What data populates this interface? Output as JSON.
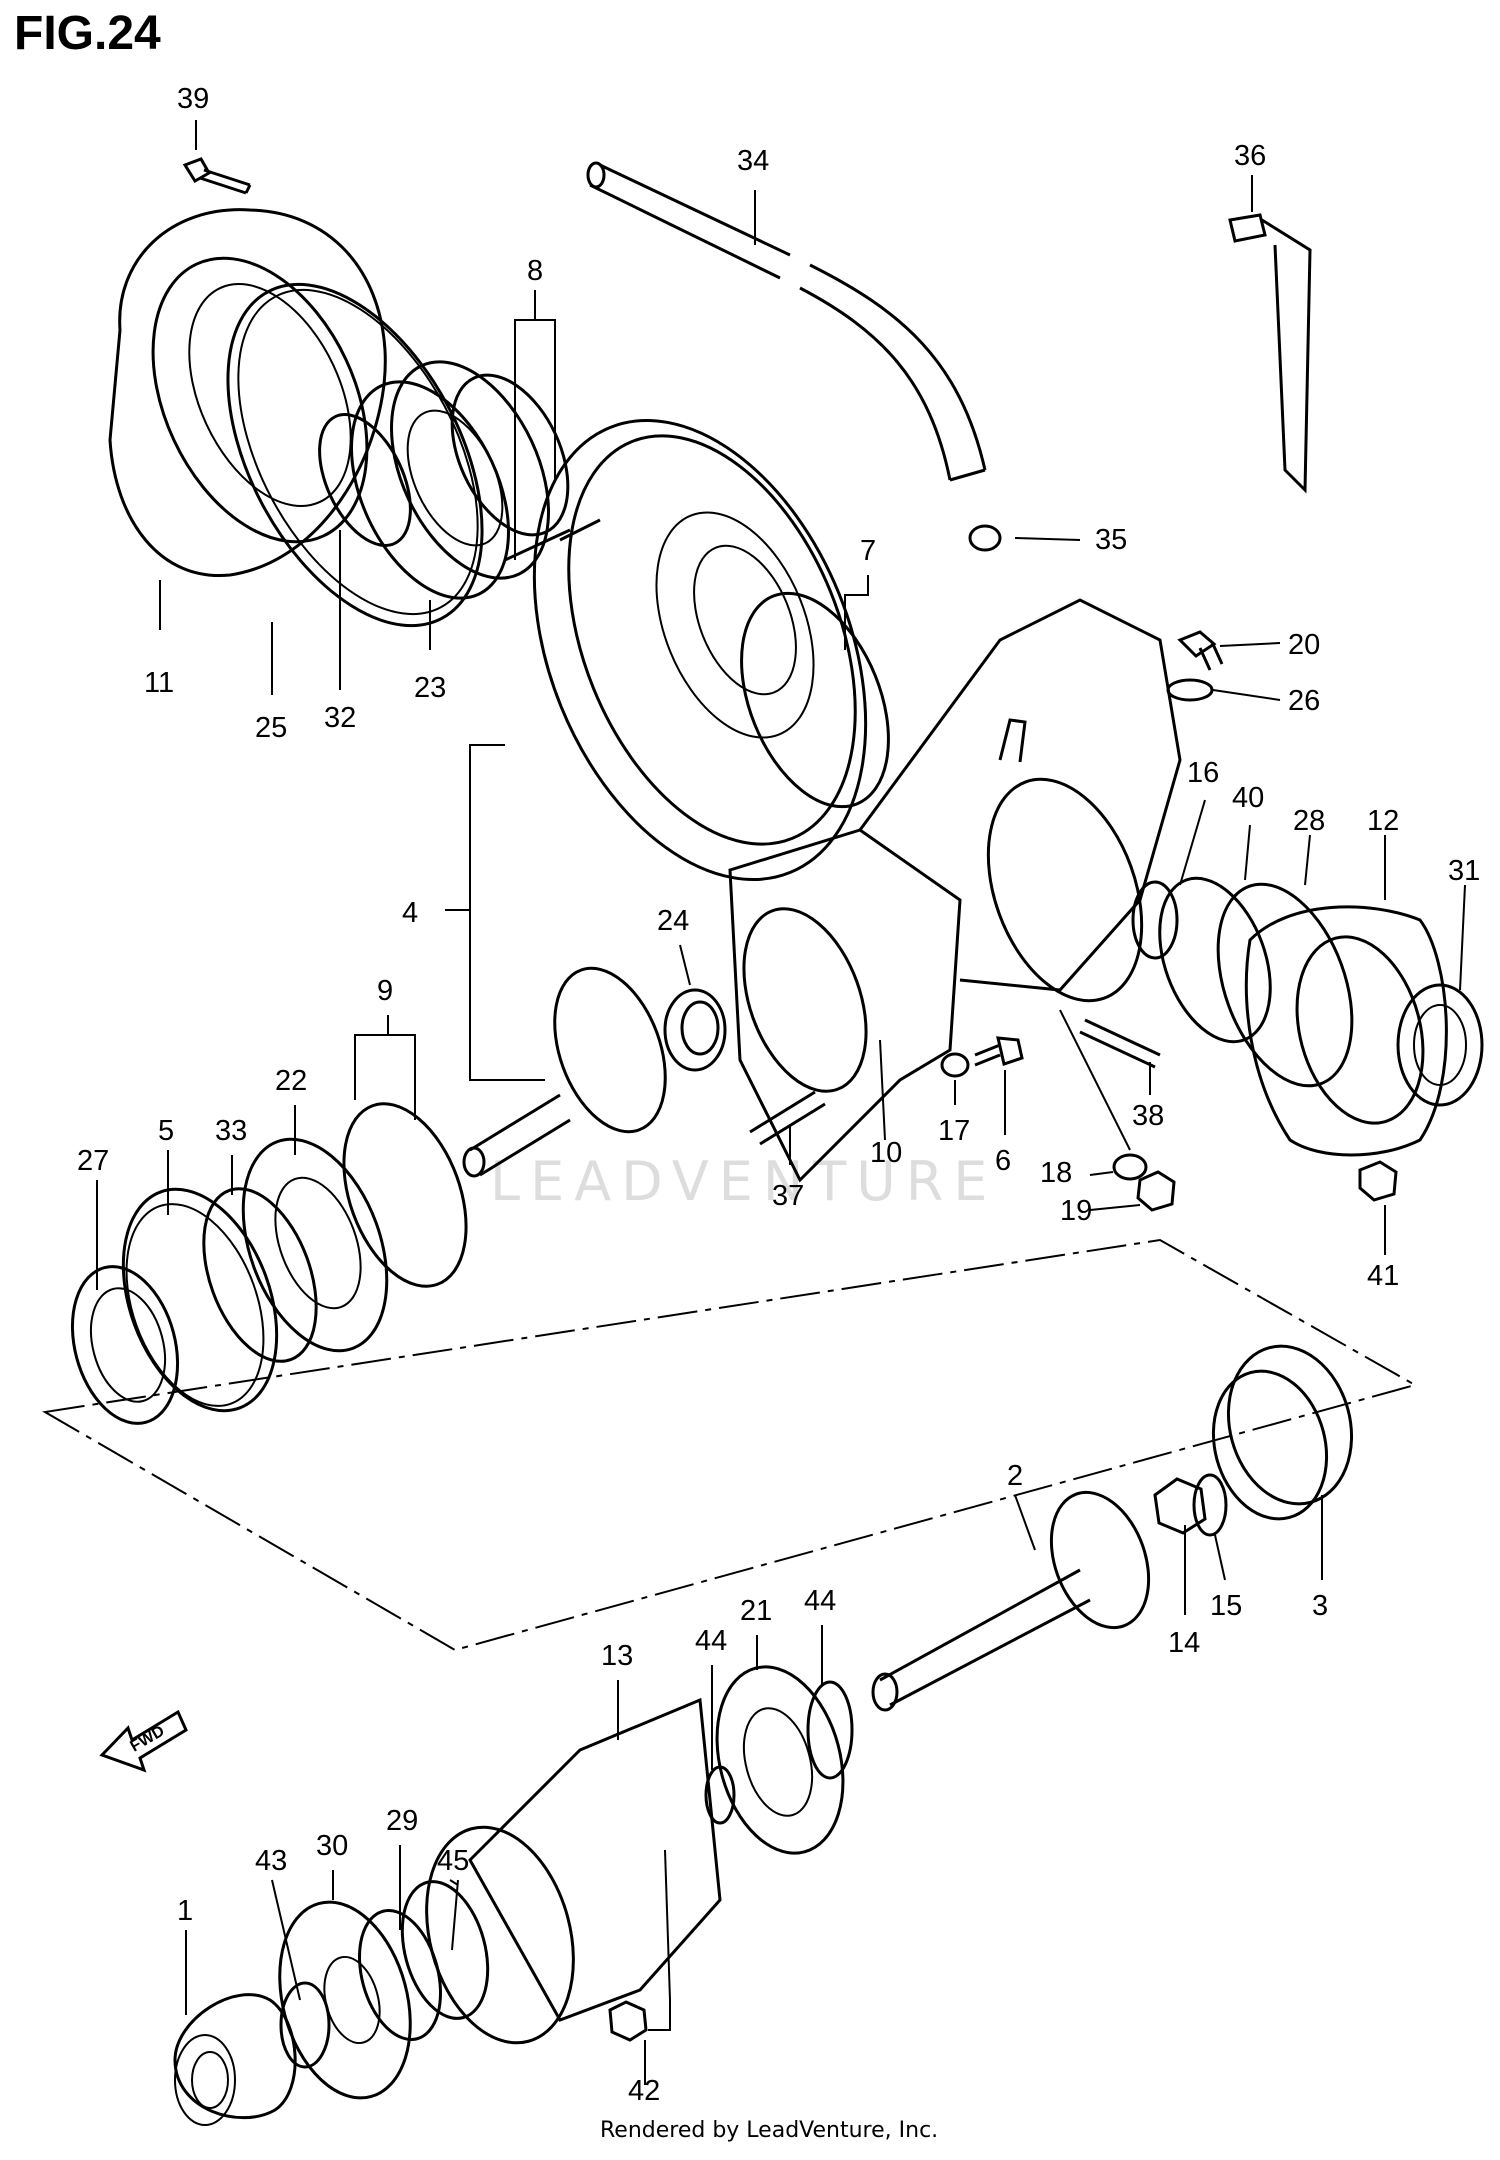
{
  "figure": {
    "title": "FIG.24"
  },
  "watermark": "LEADVENTURE",
  "footer": "Rendered by LeadVenture, Inc.",
  "direction_indicator": "FWD",
  "callouts": {
    "c1": "1",
    "c2": "2",
    "c3": "3",
    "c4": "4",
    "c5": "5",
    "c6": "6",
    "c7": "7",
    "c8": "8",
    "c9": "9",
    "c10": "10",
    "c11": "11",
    "c12": "12",
    "c13": "13",
    "c14": "14",
    "c15": "15",
    "c16": "16",
    "c17": "17",
    "c18": "18",
    "c19": "19",
    "c20": "20",
    "c21": "21",
    "c22": "22",
    "c23": "23",
    "c24": "24",
    "c25": "25",
    "c26": "26",
    "c27": "27",
    "c28": "28",
    "c29": "29",
    "c30": "30",
    "c31": "31",
    "c32": "32",
    "c33": "33",
    "c34": "34",
    "c35": "35",
    "c36": "36",
    "c37": "37",
    "c38": "38",
    "c39": "39",
    "c40": "40",
    "c41": "41",
    "c42": "42",
    "c43": "43",
    "c44a": "44",
    "c44b": "44",
    "c45": "45"
  }
}
